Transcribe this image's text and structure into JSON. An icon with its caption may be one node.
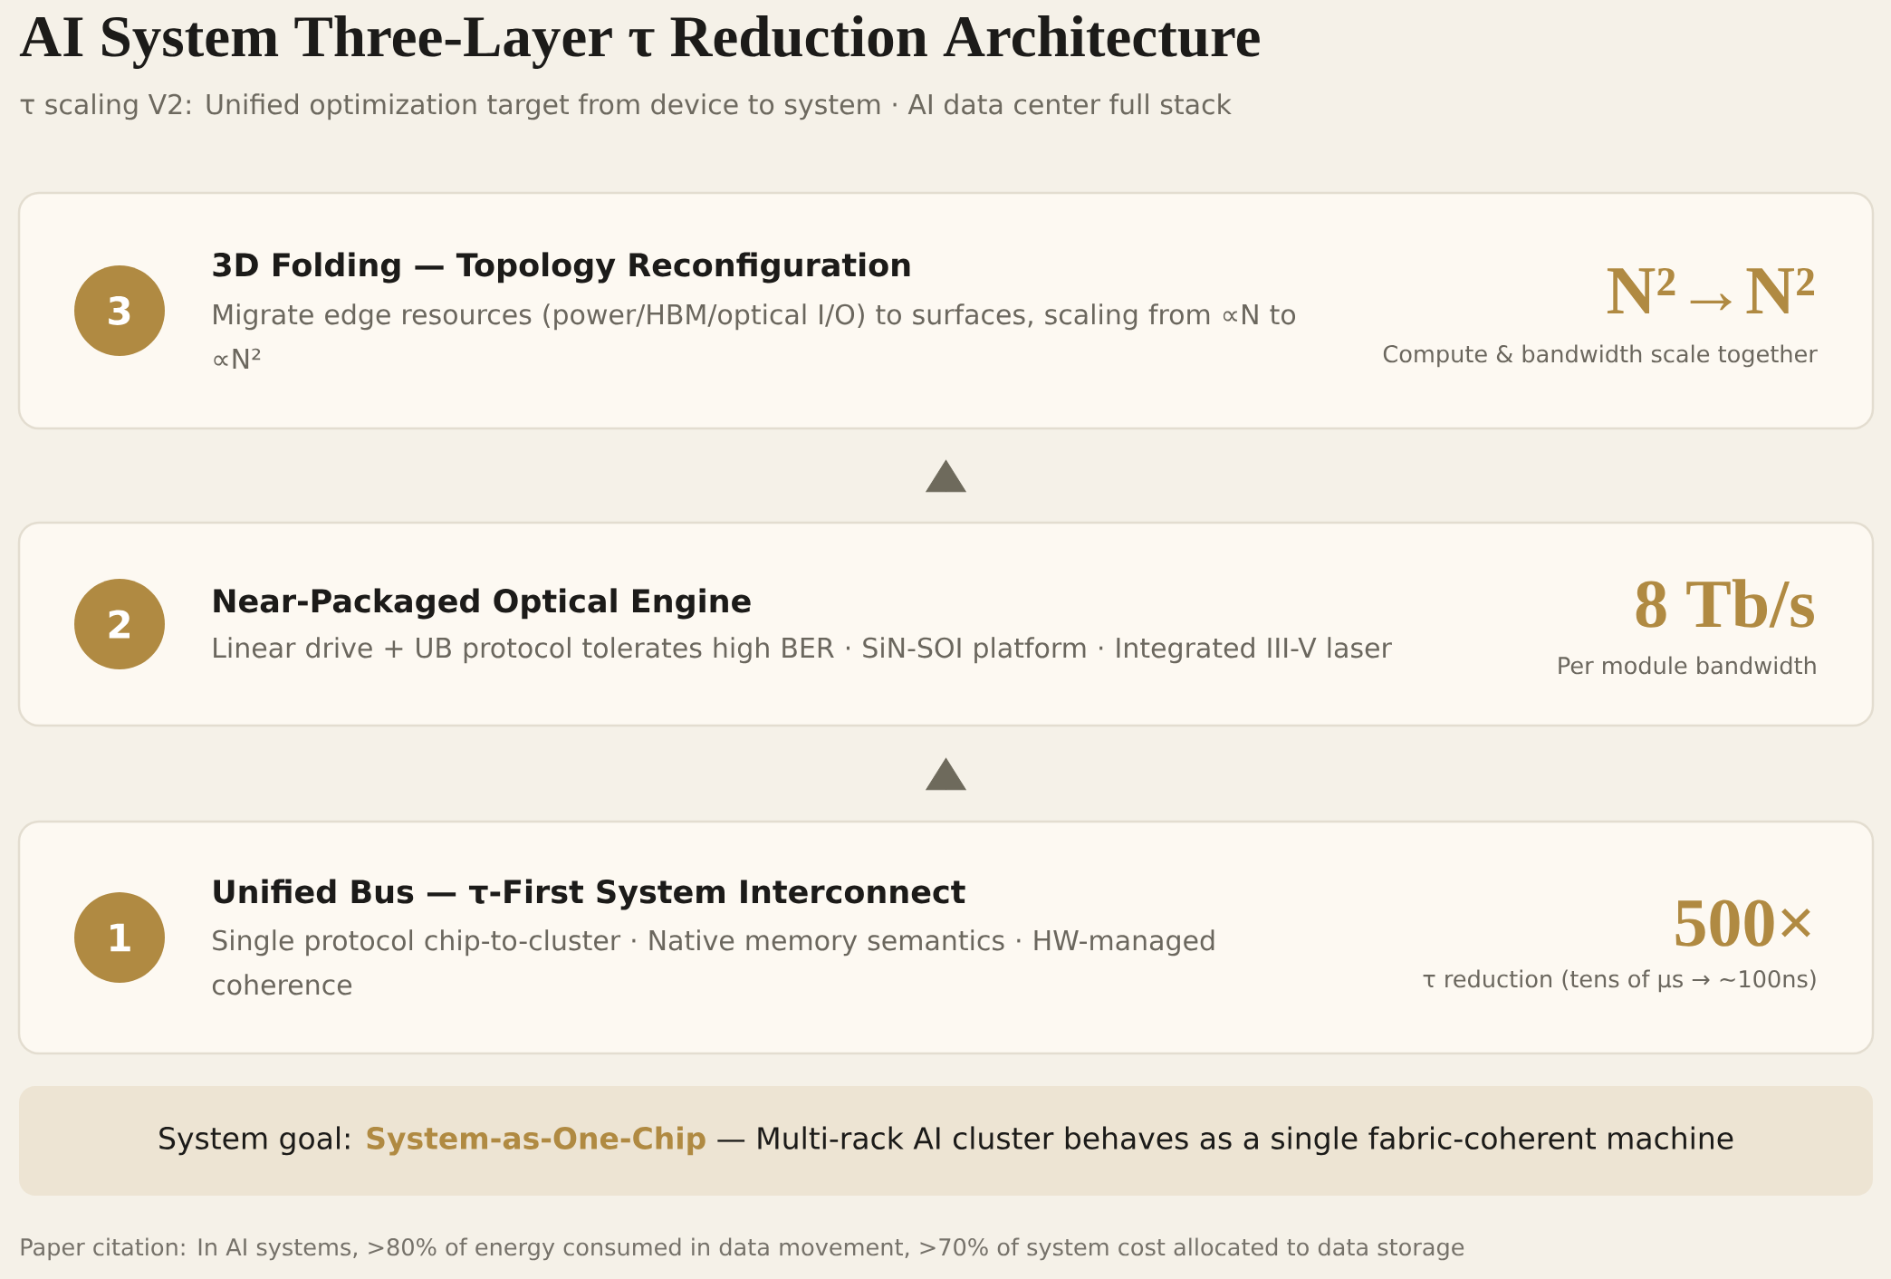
{
  "diagram": {
    "title": "AI System Three-Layer τ Reduction Architecture",
    "nodes": [
      {
        "text": [
          "3D Folding — Topology Reconfiguration",
          "Migrate edge resources (power/HBM/optical I/O) to surfaces, scaling from ∝N to ∝N²",
          "N²→N²",
          "Compute & bandwidth scale together"
        ]
      },
      {
        "text": [
          "3"
        ],
        "in": 0
      },
      {
        "text": [
          "Near-Packaged Optical Engine",
          "Linear drive + UB protocol tolerates high BER · SiN-SOI platform · Integrated III-V laser",
          "8 Tb/s",
          "Per module bandwidth"
        ]
      },
      {
        "text": [
          "2"
        ],
        "in": 2
      },
      {
        "text": [
          "Unified Bus — τ-First System Interconnect",
          "Single protocol chip-to-cluster · Native memory semantics · HW-managed coherence",
          "500×",
          "τ reduction (tens of μs → ~100ns)"
        ]
      },
      {
        "text": [
          "1"
        ],
        "in": 4
      },
      {
        "text": [
          "System goal: **System-as-One-Chip** — Multi-rack AI cluster behaves as a single fabric-coherent machine"
        ]
      }
    ],
    "edges": [
      {
        "from": 2,
        "to": 0,
        "arrow": "to"
      },
      {
        "from": 4,
        "to": 2,
        "arrow": "to"
      }
    ],
    "labels": [
      "τ scaling V2: Unified optimization target from device to system · AI data center full stack",
      "Paper citation: In AI systems, >80% of energy consumed in data movement, >70% of system cost allocated to data storage"
    ]
  }
}
